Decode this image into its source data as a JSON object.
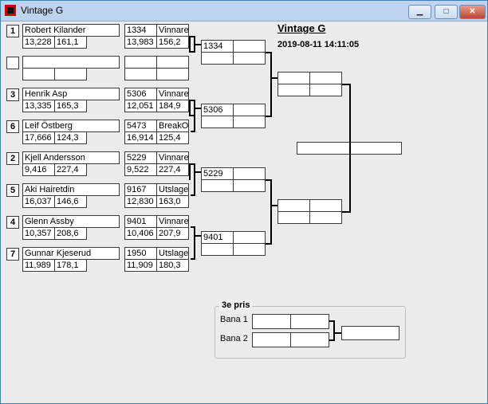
{
  "window": {
    "title": "Vintage G"
  },
  "heading": "Vintage G",
  "datetime": "2019-08-11 14:11:05",
  "seeds": [
    "1",
    "3",
    "6",
    "2",
    "5",
    "4",
    "7"
  ],
  "players": [
    {
      "name": "Robert Kilander",
      "v1": "13,228",
      "v2": "161,1",
      "id": "1334",
      "res": "Vinnare",
      "r1": "13,983",
      "r2": "156,2"
    },
    {
      "name": "Henrik Asp",
      "v1": "13,335",
      "v2": "165,3",
      "id": "5306",
      "res": "Vinnare",
      "r1": "12,051",
      "r2": "184,9"
    },
    {
      "name": "Leif Östberg",
      "v1": "17,666",
      "v2": "124,3",
      "id": "5473",
      "res": "BreakOut",
      "r1": "16,914",
      "r2": "125,4"
    },
    {
      "name": "Kjell Andersson",
      "v1": "9,416",
      "v2": "227,4",
      "id": "5229",
      "res": "Vinnare",
      "r1": "9,522",
      "r2": "227,4"
    },
    {
      "name": "Aki Hairetdin",
      "v1": "16,037",
      "v2": "146,6",
      "id": "9167",
      "res": "Utslagen",
      "r1": "12,830",
      "r2": "163,0"
    },
    {
      "name": "Glenn Assby",
      "v1": "10,357",
      "v2": "208,6",
      "id": "9401",
      "res": "Vinnare",
      "r1": "10,406",
      "r2": "207,9"
    },
    {
      "name": "Gunnar Kjeserud",
      "v1": "11,989",
      "v2": "178,1",
      "id": "1950",
      "res": "Utslagen",
      "r1": "11,909",
      "r2": "180,3"
    }
  ],
  "round2": [
    "1334",
    "5306",
    "5229",
    "9401"
  ],
  "third": {
    "label": "3e pris",
    "lane1": "Bana 1",
    "lane2": "Bana 2"
  }
}
